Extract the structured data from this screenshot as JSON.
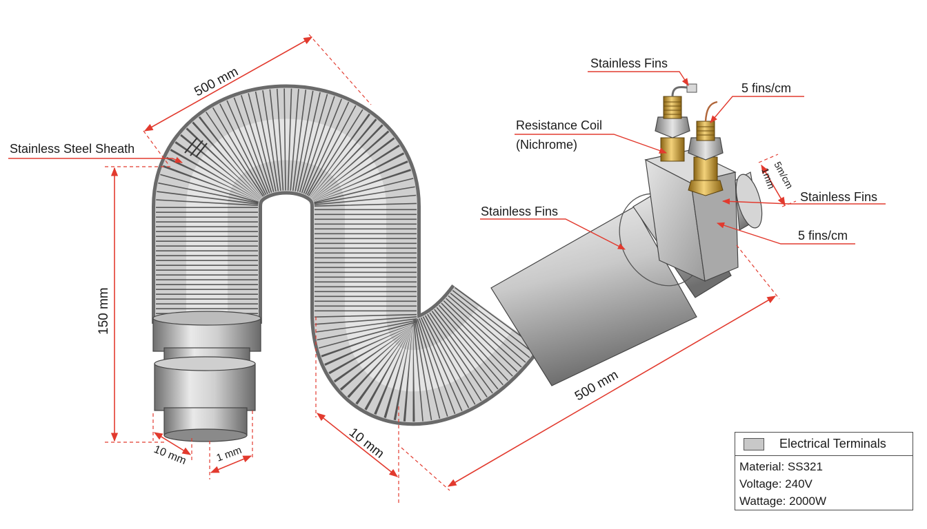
{
  "labels": {
    "sheath": "Stainless Steel Sheath",
    "fins_top": "Stainless Fins",
    "fins_per_cm_top": "5 fins/cm",
    "coil_line1": "Resistance Coil",
    "coil_line2": "(Nichrome)",
    "fins_middle": "Stainless Fins",
    "fins_right": "Stainless Fins",
    "fins_per_cm_right": "5 fins/cm",
    "small_rotated_1": "5m/cm",
    "small_rotated_2": "1mm"
  },
  "dimensions": {
    "top_length": "500 mm",
    "height": "150 mm",
    "bottom_left_dia": "10 mm",
    "bottom_small": "1 mm",
    "bottom_middle": "10 mm",
    "bottom_right_length": "500 mm"
  },
  "legend": {
    "title": "Electrical Terminals",
    "swatch_color": "#c8c8c8",
    "material": "Material: SS321",
    "voltage": "Voltage: 240V",
    "wattage": "Wattage: 2000W"
  },
  "colors": {
    "annotation": "#e23a2e",
    "metal_light": "#e6e6e6",
    "metal_dark": "#7d7d7d",
    "brass": "#c99a2a"
  }
}
